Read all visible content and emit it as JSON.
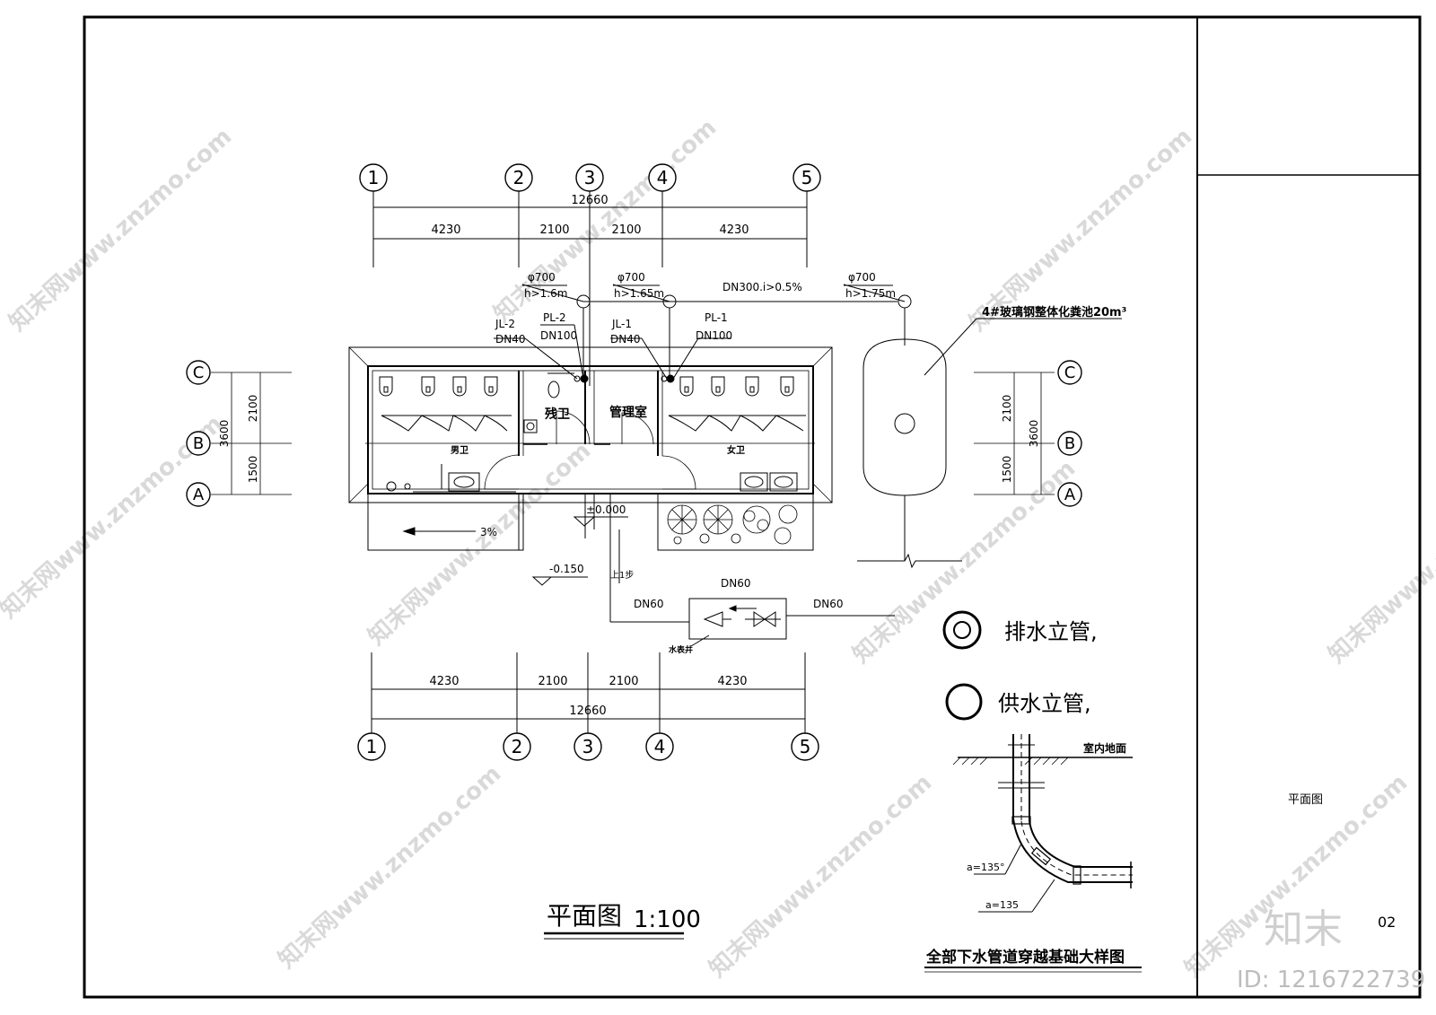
{
  "grid": {
    "columns": [
      "1",
      "2",
      "3",
      "4",
      "5"
    ],
    "column_labels": [
      "①",
      "②",
      "③",
      "④",
      "⑤"
    ],
    "rows": [
      "C",
      "B",
      "A"
    ],
    "row_labels": [
      "Ⓒ",
      "Ⓑ",
      "Ⓐ"
    ]
  },
  "dimensions": {
    "spans": [
      "4230",
      "2100",
      "2100",
      "4230"
    ],
    "total": "12660",
    "row_spans": [
      "2100",
      "1500"
    ],
    "row_total": "3600"
  },
  "manholes": [
    {
      "dia": "φ700",
      "h": "h>1.6m"
    },
    {
      "dia": "φ700",
      "h": "h>1.65m"
    },
    {
      "dia": "φ700",
      "h": "h>1.75m"
    }
  ],
  "sewer_pipe": "DN300.i>0.5%",
  "risers": [
    {
      "name": "JL-2",
      "size": "DN40"
    },
    {
      "name": "PL-2",
      "size": "DN100"
    },
    {
      "name": "JL-1",
      "size": "DN40"
    },
    {
      "name": "PL-1",
      "size": "DN100"
    }
  ],
  "rooms": {
    "disabled": "残卫",
    "management": "管理室",
    "men": "男卫",
    "women": "女卫"
  },
  "septic_tank_label": "4#玻璃钢整体化粪池20m³",
  "levels": {
    "floor": "±0.000",
    "outside": "-0.150"
  },
  "slope": "3%",
  "step": "上1步",
  "water_supply": {
    "meter_pipe": "DN60",
    "left_pipe": "DN60",
    "right_pipe": "DN60",
    "meter_well": "水表井"
  },
  "legend": {
    "drain_riser": "排水立管,",
    "supply_riser": "供水立管,"
  },
  "detail": {
    "title": "全部下水管道穿越基础大样图",
    "indoor_floor": "室内地面",
    "angle1": "a=135°",
    "angle2": "a=135"
  },
  "plan_title": "平面图",
  "plan_scale": "1:100",
  "title_block": {
    "sheet_name": "平面图",
    "sheet_no": "02"
  },
  "watermark": {
    "text": "知末网www.znzmo.com",
    "logo": "知末",
    "id": "ID: 1216722739"
  }
}
